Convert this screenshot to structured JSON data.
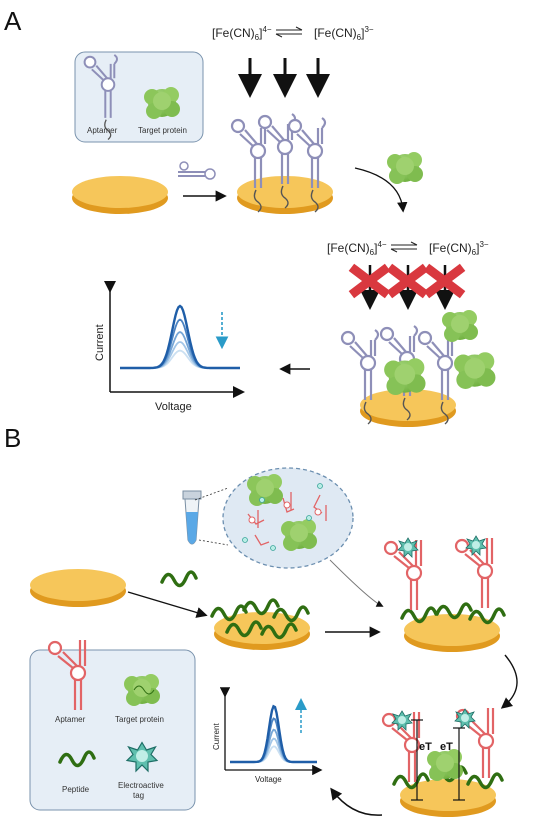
{
  "panels": {
    "a": {
      "letter": "A",
      "redox_top": {
        "left": "[Fe(CN)",
        "left_sub": "6",
        "left_sup": "4−",
        "right": "[Fe(CN)",
        "right_sub": "6",
        "right_sup": "3−"
      },
      "redox_mid": {
        "left": "[Fe(CN)",
        "left_sub": "6",
        "left_sup": "4−",
        "right": "[Fe(CN)",
        "right_sub": "6",
        "right_sup": "3−"
      },
      "legend": {
        "aptamer": "Aptamer",
        "target": "Target protein"
      },
      "chart": {
        "ylabel": "Current",
        "xlabel": "Voltage"
      }
    },
    "b": {
      "letter": "B",
      "legend": {
        "aptamer": "Aptamer",
        "target": "Target protein",
        "peptide": "Peptide",
        "tag_line1": "Electroactive",
        "tag_line2": "tag"
      },
      "chart": {
        "ylabel": "Current",
        "xlabel": "Voltage"
      },
      "et_label": "eT"
    }
  },
  "chart_data": [
    {
      "type": "line",
      "title": "",
      "xlabel": "Voltage",
      "ylabel": "Current",
      "trend": "decreasing",
      "series": [
        {
          "values": [
            1.0
          ]
        },
        {
          "values": [
            0.78
          ]
        },
        {
          "values": [
            0.58
          ]
        },
        {
          "values": [
            0.42
          ]
        },
        {
          "values": [
            0.28
          ]
        }
      ]
    },
    {
      "type": "line",
      "title": "",
      "xlabel": "Voltage",
      "ylabel": "Current",
      "trend": "increasing",
      "series": [
        {
          "values": [
            1.0
          ]
        },
        {
          "values": [
            0.78
          ]
        },
        {
          "values": [
            0.58
          ]
        },
        {
          "values": [
            0.42
          ]
        },
        {
          "values": [
            0.28
          ]
        }
      ]
    }
  ],
  "colors": {
    "gold": "#f6c65a",
    "gold_edge": "#e09a1f",
    "protein": "#8cc65a",
    "peptide": "#2f6e12",
    "aptamer_a": "#8e8fb8",
    "aptamer_b": "#e26466",
    "block": "#d9383f",
    "peak": "#1f5ea8",
    "tag": "#5fbfae"
  }
}
